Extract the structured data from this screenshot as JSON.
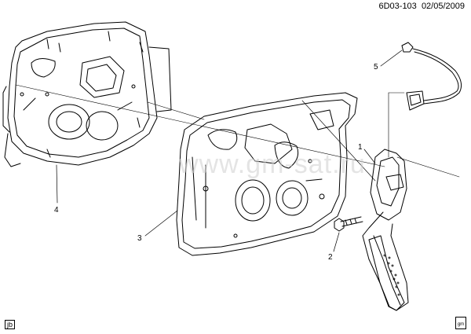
{
  "header": {
    "code": "6D03-103",
    "date": "02/05/2009"
  },
  "callouts": {
    "c1": "1",
    "c2": "2",
    "c3": "3",
    "c4": "4",
    "c5": "5"
  },
  "watermark": "www.gm-sat.ru",
  "badges": {
    "left": "jb",
    "right": "gm"
  }
}
